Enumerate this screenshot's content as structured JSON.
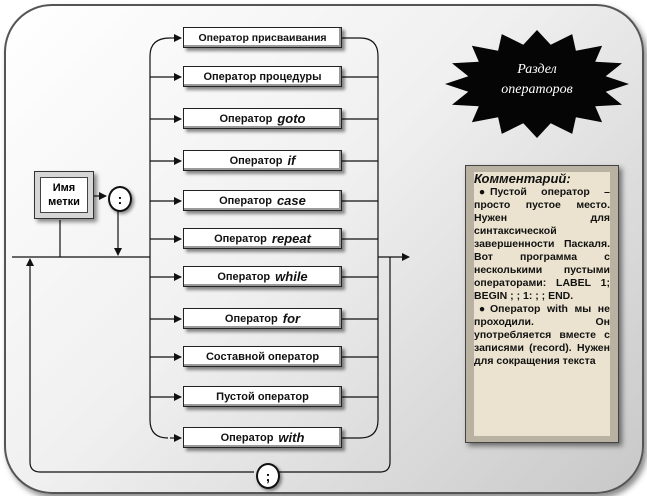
{
  "diagram": {
    "label_box": {
      "line1": "Имя",
      "line2": "метки"
    },
    "colon": ":",
    "semicolon": ";",
    "section_title": {
      "line1": "Раздел",
      "line2": "операторов"
    },
    "operators": [
      {
        "text": "Оператор присваивания",
        "kw": ""
      },
      {
        "text": "Оператор  процедуры",
        "kw": ""
      },
      {
        "text": "Оператор",
        "kw": "goto"
      },
      {
        "text": "Оператор",
        "kw": "if"
      },
      {
        "text": "Оператор",
        "kw": "case"
      },
      {
        "text": "Оператор",
        "kw": "repeat"
      },
      {
        "text": "Оператор",
        "kw": "while"
      },
      {
        "text": "Оператор",
        "kw": "for"
      },
      {
        "text": "Составной оператор",
        "kw": ""
      },
      {
        "text": "Пустой оператор",
        "kw": ""
      },
      {
        "text": "Оператор",
        "kw": "with"
      }
    ],
    "comment": {
      "title": "Комментарий:",
      "bullet1": "Пустой оператор – просто пустое место. Нужен для синтаксической завершенности Паскаля. Вот программа с несколькими пустыми операторами: LABEL 1; BEGIN ; ; 1: ; ; END.",
      "bullet2": "Оператор with мы не проходили. Он употребляется вместе с записями (record). Нужен для сокращения текста"
    }
  }
}
